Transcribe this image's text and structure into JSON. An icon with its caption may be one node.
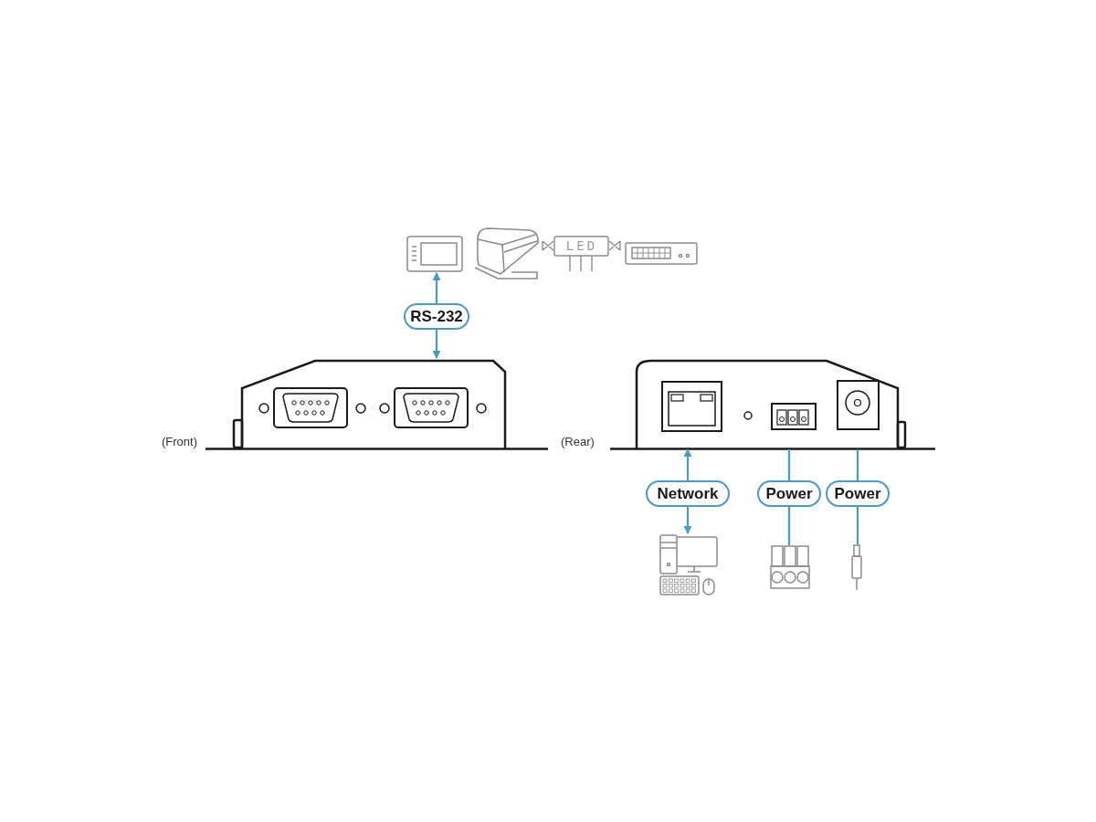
{
  "diagram": {
    "nodes": [
      {
        "text": [],
        "shape": "picture"
      },
      {
        "text": [
          "RS-232"
        ]
      },
      {
        "text": [],
        "shape": "picture",
        "beside": [
          "(Front)"
        ]
      },
      {
        "text": [],
        "shape": "picture",
        "beside": [
          "(Rear)"
        ]
      },
      {
        "text": [
          "Network"
        ]
      },
      {
        "text": [],
        "shape": "picture"
      },
      {
        "text": [
          "Power"
        ]
      },
      {
        "text": [],
        "shape": "picture"
      },
      {
        "text": [
          "Power"
        ]
      },
      {
        "text": [],
        "shape": "picture"
      }
    ],
    "edges": [
      {
        "from": 1,
        "to": 0,
        "arrow": "to"
      },
      {
        "from": 1,
        "to": 2,
        "arrow": "to"
      },
      {
        "from": 4,
        "to": 3,
        "arrow": "to"
      },
      {
        "from": 4,
        "to": 5,
        "arrow": "to"
      },
      {
        "from": 6,
        "to": 3,
        "arrow": "none"
      },
      {
        "from": 6,
        "to": 7,
        "arrow": "none"
      },
      {
        "from": 8,
        "to": 3,
        "arrow": "none"
      },
      {
        "from": 8,
        "to": 9,
        "arrow": "none"
      }
    ],
    "labels": [
      "LED"
    ]
  }
}
